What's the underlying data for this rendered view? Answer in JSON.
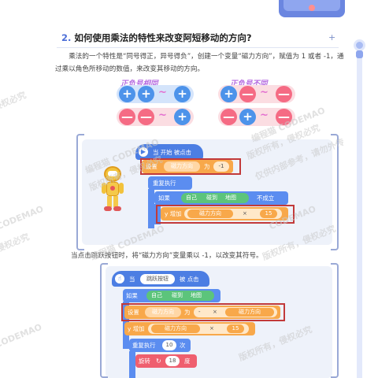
{
  "section": {
    "number": "2.",
    "title": "如何使用乘法的特性来改变阿短移动的方向?",
    "plus": "+"
  },
  "paragraph": "乘法的一个特性是“同号得正，异号得负”，创建一个变量“磁力方向”，赋值为 1 或者 -1，通过乘以角色所移动的数值，来改变其移动的方向。",
  "rules": {
    "same_label": "正负号相同",
    "diff_label": "正负号不同",
    "plus_sign": "+",
    "minus_sign": "—",
    "wave": "~"
  },
  "code1": {
    "event_label": "当 开始 被点击",
    "set_label": "设置",
    "var_name": "磁力方向",
    "to_label": "为",
    "set_value": "-1",
    "repeat_label": "重复执行",
    "if_label": "如果",
    "self_label": "自己",
    "touch_label": "碰到",
    "map_label": "地图",
    "not_hold_label": "不成立",
    "y_inc_label": "y 增加",
    "mul_sign": "×",
    "mul_value": "15"
  },
  "caption": "当点击跳跃按钮时，将“磁力方向”变量乘以 -1，以改变其符号。",
  "code2": {
    "when_label": "当",
    "button_name": "跳跃按钮",
    "clicked_label": "被  点击",
    "if_label": "如果",
    "self_label": "自己",
    "touch_label": "碰到",
    "map_label": "地图",
    "set_label": "设置",
    "var_name": "磁力方向",
    "to_label": "为",
    "minus_sign": "-",
    "var_name2": "磁力方向",
    "y_inc_label": "y 增加",
    "mul_sign": "×",
    "mul_value": "15",
    "repeat_label": "重复执行",
    "repeat_count": "10",
    "repeat_unit": "次",
    "rotate_label": "旋转",
    "rotate_value": "18",
    "rotate_unit": "度"
  },
  "watermarks": [
    "编程猫 CODEMAO",
    "版权所有，侵权必究",
    "仅供内部参考，请勿外传",
    "CODEMAO",
    "侵权必究"
  ],
  "colors": {
    "accent": "#5b8df0",
    "purple_label": "#b56be0",
    "plus_circle": "#4d93ea",
    "minus_circle": "#f56b84",
    "highlight": "#c23a3a"
  },
  "icons": [
    "flag-icon",
    "hand-pointer-icon",
    "rotate-icon",
    "robot-character"
  ]
}
